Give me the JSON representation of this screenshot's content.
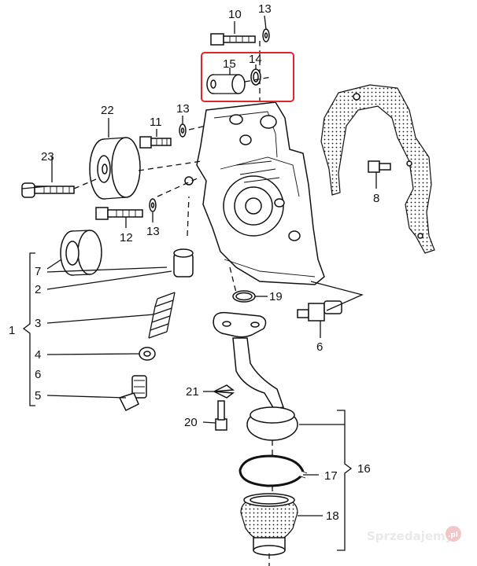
{
  "callouts": {
    "c1": "1",
    "c2": "2",
    "c3": "3",
    "c4": "4",
    "c5": "5",
    "c6": "6",
    "c6b": "6",
    "c7": "7",
    "c8": "8",
    "c10": "10",
    "c11": "11",
    "c12": "12",
    "c13a": "13",
    "c13b": "13",
    "c13c": "13",
    "c14": "14",
    "c15": "15",
    "c16": "16",
    "c17": "17",
    "c18": "18",
    "c19": "19",
    "c20": "20",
    "c21": "21",
    "c22": "22",
    "c23": "23"
  },
  "highlight": {
    "color": "#e0262c",
    "parts": "14-15"
  },
  "watermark": {
    "text": "Sprzedajemy",
    "suffix": ".pl",
    "badge_color": "#f2c6c6"
  }
}
